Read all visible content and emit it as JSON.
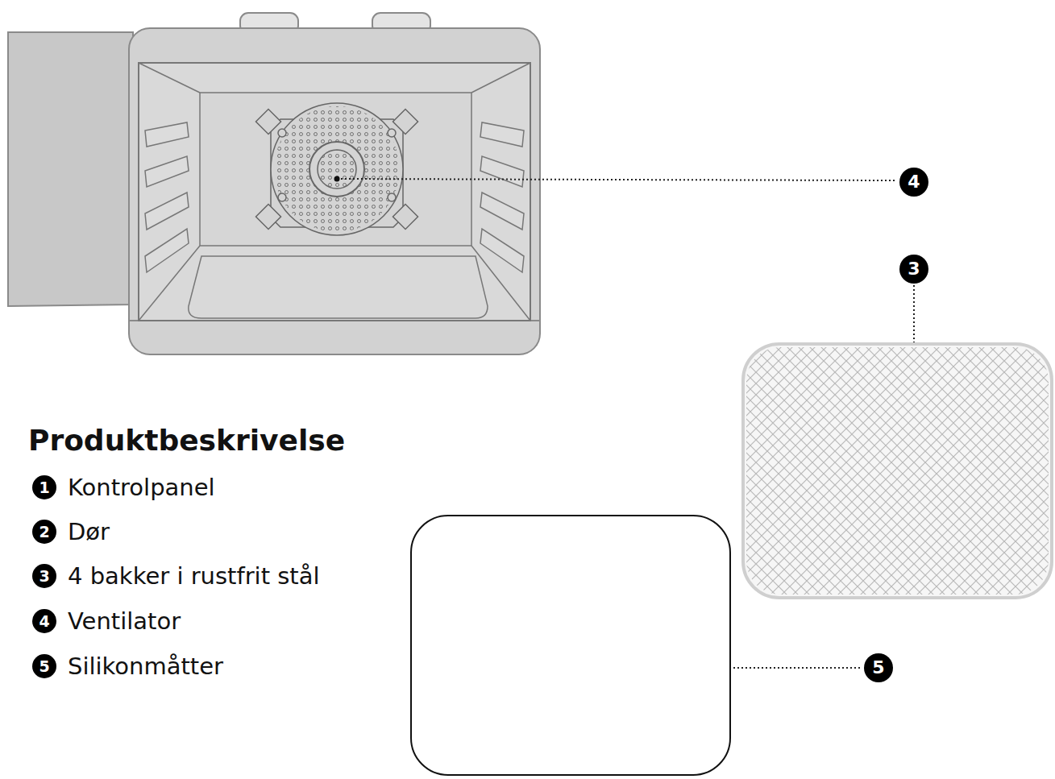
{
  "diagram": {
    "title": "Produktbeskrivelse",
    "labels": [
      "4",
      "3",
      "5",
      "1",
      "Kontrolpanel",
      "2",
      "Dør",
      "3",
      "4 bakker i rustfrit stål",
      "4",
      "Ventilator",
      "5",
      "Silikonmåtter"
    ]
  }
}
